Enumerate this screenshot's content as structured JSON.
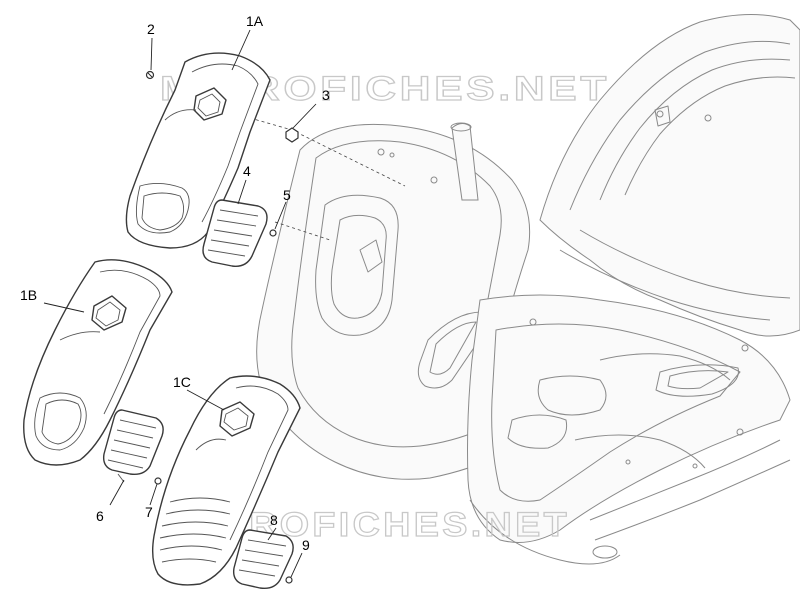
{
  "watermark": {
    "text": "MICROFICHES.NET"
  },
  "callouts": {
    "c1a": "1A",
    "c1b": "1B",
    "c1c": "1C",
    "c2": "2",
    "c3": "3",
    "c4": "4",
    "c5": "5",
    "c6": "6",
    "c7": "7",
    "c8": "8",
    "c9": "9"
  },
  "colors": {
    "stroke": "#3a3a3a",
    "watermark": "#c8c8c8",
    "background": "#ffffff"
  }
}
